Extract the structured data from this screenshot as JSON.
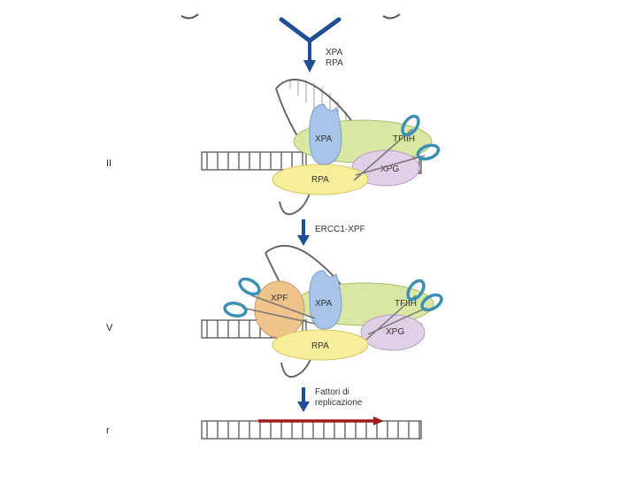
{
  "step_arrow_1": {
    "line1": "XPA",
    "line2": "RPA"
  },
  "step_arrow_2": {
    "label": "ERCC1-XPF"
  },
  "step_arrow_3": {
    "line1": "Fattori di",
    "line2": "replicazione"
  },
  "panel_2": {
    "xpa": "XPA",
    "tfiih": "TFIIH",
    "xpg": "XPG",
    "rpa": "RPA"
  },
  "panel_3": {
    "xpf": "XPF",
    "xpa": "XPA",
    "tfiih": "TFIIH",
    "xpg": "XPG",
    "rpa": "RPA"
  },
  "side_labels": {
    "a": "II",
    "b": "V",
    "c": "r"
  },
  "colors": {
    "arrow": "#1f4e96",
    "xpa": "#a9c4e8",
    "tfiih": "#d8e8a4",
    "xpg": "#e0cfe6",
    "rpa": "#f6ee9a",
    "xpf": "#efc38b",
    "scissors": "#3a8fb5",
    "new_strand": "#9c1c1c"
  }
}
